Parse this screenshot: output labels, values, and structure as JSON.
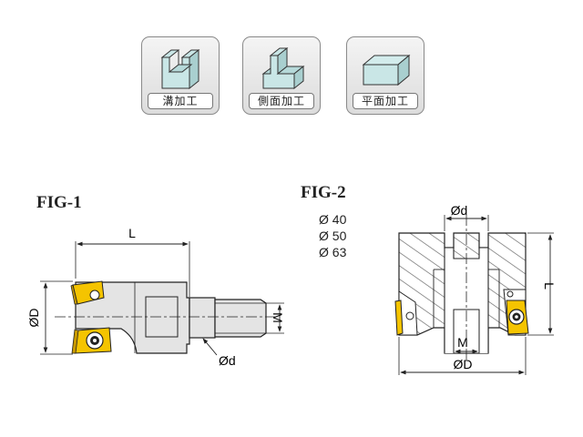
{
  "tiles": [
    {
      "label": "溝加工",
      "icon": "slot-milling-icon"
    },
    {
      "label": "側面加工",
      "icon": "side-milling-icon"
    },
    {
      "label": "平面加工",
      "icon": "face-milling-icon"
    }
  ],
  "fig1": {
    "title": "FIG-1",
    "dim_L": "L",
    "dim_D": "ØD",
    "dim_M": "M",
    "dim_d": "Ød"
  },
  "fig2": {
    "title": "FIG-2",
    "diameters": [
      "Ø 40",
      "Ø 50",
      "Ø 63"
    ],
    "dim_d": "Ød",
    "dim_L": "L",
    "dim_M": "M",
    "dim_D": "ØD"
  },
  "colors": {
    "insert": "#f5c400",
    "body": "#e4e4e4",
    "hatch": "#6a6a6a",
    "tile_face": "#c9e6e6"
  }
}
